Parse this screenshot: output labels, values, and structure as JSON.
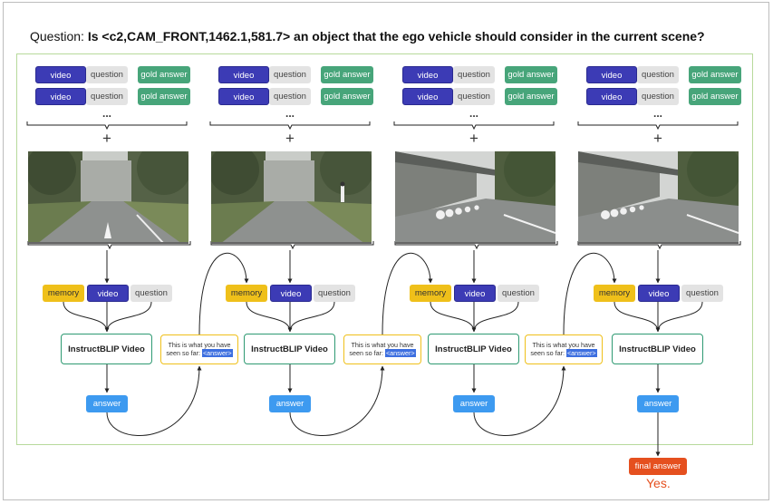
{
  "question": {
    "prefix": "Question:",
    "text": "Is <c2,CAM_FRONT,1462.1,581.7> an object that the ego vehicle should consider in the current scene?"
  },
  "example_chips": {
    "video": "video",
    "question": "question",
    "gold_answer": "gold answer",
    "ellipsis": "...",
    "plus": "+"
  },
  "input_chips": {
    "memory": "memory",
    "video": "video",
    "question": "question"
  },
  "model_label": "InstructBLIP Video",
  "answer_label": "answer",
  "memory_prompt": {
    "text": "This is what you have seen so far: ",
    "placeholder": "<answer>"
  },
  "final": {
    "label": "final answer",
    "value": "Yes."
  },
  "colors": {
    "video": "#3c3bb5",
    "question": "#e3e3e3",
    "gold_answer": "#47a57a",
    "memory": "#efc01a",
    "answer": "#3d9af0",
    "final_answer": "#e5501f",
    "model_border": "#2e9a72"
  },
  "columns": [
    {
      "scene": "campus road with arrow marking"
    },
    {
      "scene": "tree-lined road with pedestrian"
    },
    {
      "scene": "covered walkway with bollards"
    },
    {
      "scene": "covered walkway with bollards, closer"
    }
  ]
}
